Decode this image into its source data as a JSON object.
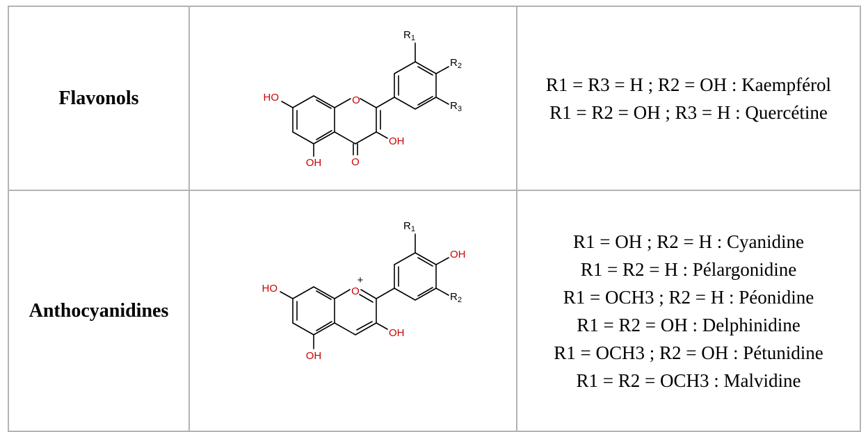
{
  "rows": [
    {
      "class_name": "Flavonols",
      "structure": {
        "labels": {
          "r1": "R",
          "r1_sub": "1",
          "r2": "R",
          "r2_sub": "2",
          "r3": "R",
          "r3_sub": "3",
          "ho": "HO",
          "oh_5": "OH",
          "o_ring": "O",
          "o_carbonyl": "O",
          "oh_3": "OH"
        }
      },
      "descriptions": [
        "R1 = R3 = H ; R2 = OH : Kaempférol",
        "R1 = R2 = OH ; R3 = H : Quercétine"
      ]
    },
    {
      "class_name": "Anthocyanidines",
      "structure": {
        "labels": {
          "r1": "R",
          "r1_sub": "1",
          "oh_4p": "OH",
          "r2": "R",
          "r2_sub": "2",
          "ho": "HO",
          "o_ring": "O",
          "plus": "+",
          "oh_3": "OH",
          "oh_5": "OH"
        }
      },
      "descriptions": [
        "R1 = OH ; R2 = H : Cyanidine",
        "R1 = R2 = H : Pélargonidine",
        "R1 = OCH3 ; R2 = H : Péonidine",
        "R1 = R2 = OH : Delphinidine",
        "R1 = OCH3 ; R2 = OH : Pétunidine",
        "R1 = R2 = OCH3 : Malvidine"
      ]
    }
  ],
  "colors": {
    "heteroatom": "#cc0000",
    "bond": "#000000",
    "grid": "#b3b3b3"
  }
}
